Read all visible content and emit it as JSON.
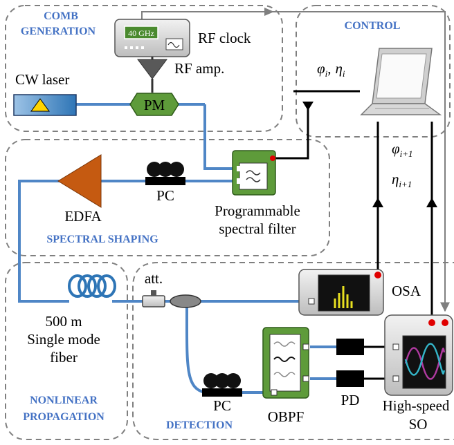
{
  "sections": {
    "comb_line1": "COMB",
    "comb_line2": "GENERATION",
    "control": "CONTROL",
    "spectral_shaping": "SPECTRAL SHAPING",
    "nonlinear_line1": "NONLINEAR",
    "nonlinear_line2": "PROPAGATION",
    "detection": "DETECTION"
  },
  "components": {
    "rf_clock": "RF clock",
    "rf_clock_display": "40 GHz",
    "rf_amp": "RF amp.",
    "cw_laser": "CW laser",
    "pm": "PM",
    "edfa": "EDFA",
    "pc_top": "PC",
    "psf_line1": "Programmable",
    "psf_line2": "spectral filter",
    "att": "att.",
    "fiber_line1": "500 m",
    "fiber_line2": "Single mode",
    "fiber_line3": "fiber",
    "osa": "OSA",
    "pc_bottom": "PC",
    "obpf": "OBPF",
    "pd": "PD",
    "so_line1": "High-speed",
    "so_line2": "SO"
  },
  "params": {
    "phi": "φ",
    "eta": "η",
    "sub_i": "i",
    "sub_i1": "i+1",
    "comma": ","
  },
  "colors": {
    "fiber": "#4F86C6",
    "section_label": "#4472C4",
    "component_green": "#5E9B3A",
    "edfa_orange": "#C55A11",
    "dashed_border": "#7F7F7F",
    "so_trace_1": "#B03AA0",
    "so_trace_2": "#34B5C8",
    "osa_peaks": "#E8E020",
    "indicator_red": "#E00000"
  }
}
